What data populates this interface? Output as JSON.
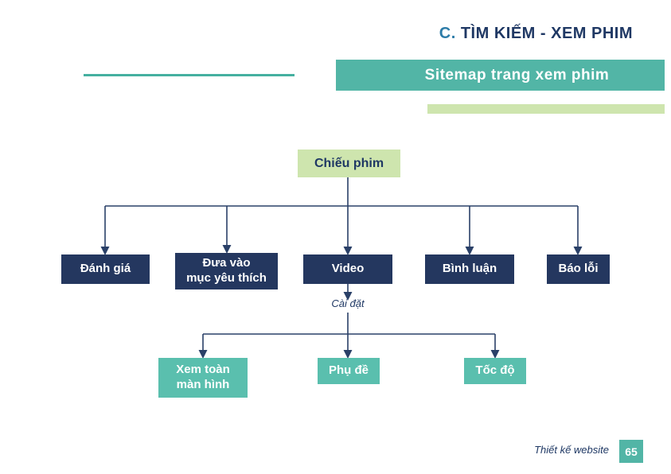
{
  "header": {
    "section_letter": "C.",
    "section_title": " TÌM KIẾM - XEM PHIM"
  },
  "banner": {
    "title": "Sitemap trang xem phim"
  },
  "diagram": {
    "root": {
      "label": "Chiếu phim"
    },
    "level1": [
      {
        "label": "Đánh giá"
      },
      {
        "label": "Đưa vào\nmục yêu thích"
      },
      {
        "label": "Video"
      },
      {
        "label": "Bình luận"
      },
      {
        "label": "Báo lỗi"
      }
    ],
    "video_sub_label": "Cài đặt",
    "level2": [
      {
        "label": "Xem toàn\nmàn hình"
      },
      {
        "label": "Phụ đề"
      },
      {
        "label": "Tốc độ"
      }
    ]
  },
  "footer": {
    "label": "Thiết kế website",
    "page_number": "65"
  },
  "colors": {
    "accent_teal": "#52b5a6",
    "teal_node": "#5abfae",
    "navy_node": "#24375f",
    "navy_text": "#1f3864",
    "light_green": "#cee5ae",
    "section_letter_blue": "#2d7ca8",
    "connector_navy": "#2a4068"
  }
}
